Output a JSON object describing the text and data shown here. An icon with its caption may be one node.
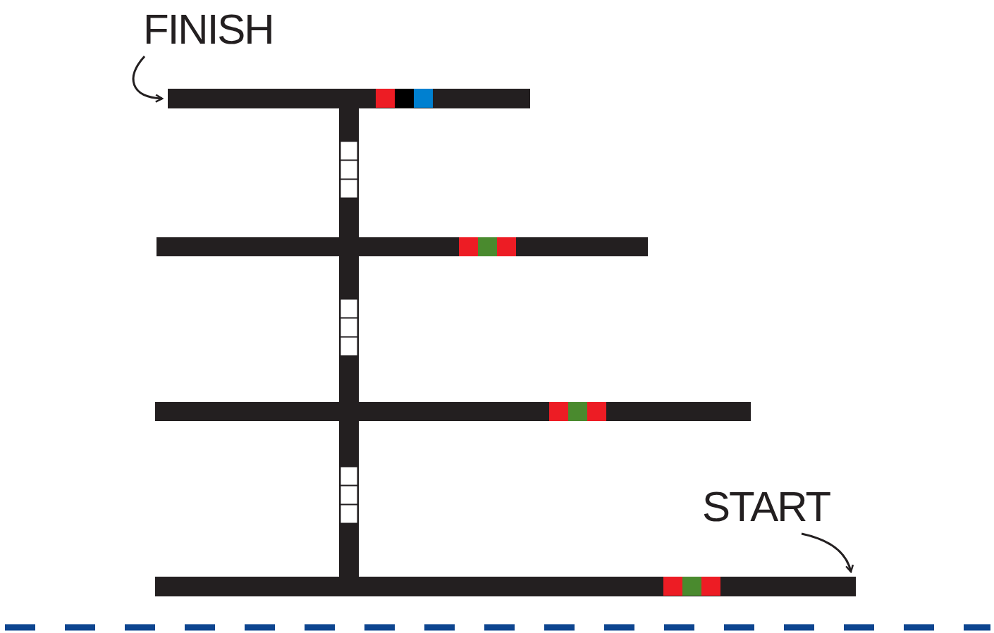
{
  "diagram": {
    "nodes": [
      {
        "text": [
          "FINISH"
        ]
      },
      {
        "text": [
          "START"
        ]
      },
      {
        "text": [],
        "shape": "bar"
      },
      {
        "text": [],
        "shape": "bar"
      }
    ],
    "edges": [
      {
        "from": 0,
        "to": 2,
        "arrow": "to"
      },
      {
        "from": 1,
        "to": 3,
        "arrow": "to"
      }
    ]
  }
}
